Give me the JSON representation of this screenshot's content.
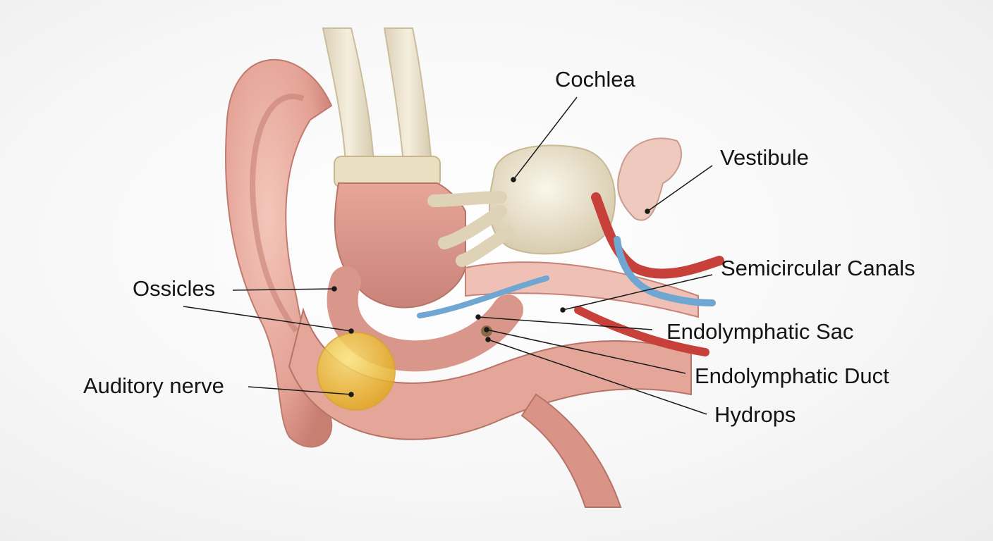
{
  "labels": {
    "cochlea": "Cochlea",
    "vestibule": "Vestibule",
    "semicircular_canals": "Semicircular Canals",
    "ossicles": "Ossicles",
    "endolymphatic_sac": "Endolymphatic Sac",
    "endolymphatic_duct": "Endolymphatic Duct",
    "auditory_nerve": "Auditory nerve",
    "hydrops": "Hydrops"
  },
  "colors": {
    "skin": "#e7a99c",
    "canal_wall": "#d98f82",
    "bone": "#ece4cf",
    "artery": "#c8403a",
    "vein": "#6fa6d2",
    "fluid": "#f0c53a",
    "leader_line": "#1a1a1a"
  }
}
